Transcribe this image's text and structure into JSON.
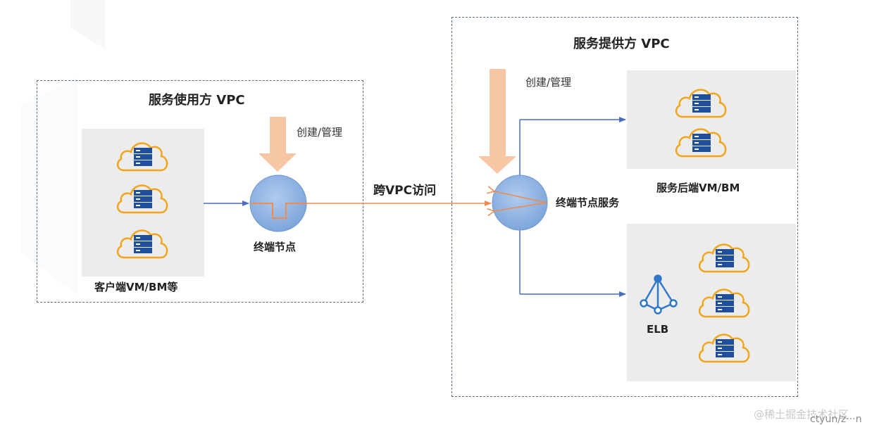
{
  "consumer_vpc": {
    "title": "服务使用方 VPC",
    "manage_label": "创建/管理",
    "client_group_label": "客户端VM/BM等",
    "endpoint_label": "终端节点",
    "client_count": 3
  },
  "cross_vpc_label": "跨VPC访问",
  "provider_vpc": {
    "title": "服务提供方 VPC",
    "manage_label": "创建/管理",
    "endpoint_service_label": "终端节点服务",
    "backend_group_label": "服务后端VM/BM",
    "backend_count": 2,
    "elb_label": "ELB",
    "elb_backend_count": 3
  },
  "watermark": {
    "text": "@稀土掘金技术社区",
    "subtext": "ctyun/z···n"
  },
  "colors": {
    "cloud_outline": "#f2a51a",
    "server_blue": "#1f4e9b",
    "endpoint_fill": "#8fb4e3",
    "flow_blue": "#4a6cc0",
    "flow_orange": "#ee8b4f",
    "manage_arrow": "#f6c6a5",
    "panel_gray": "#ececec",
    "elb_blue": "#2f79c7"
  }
}
